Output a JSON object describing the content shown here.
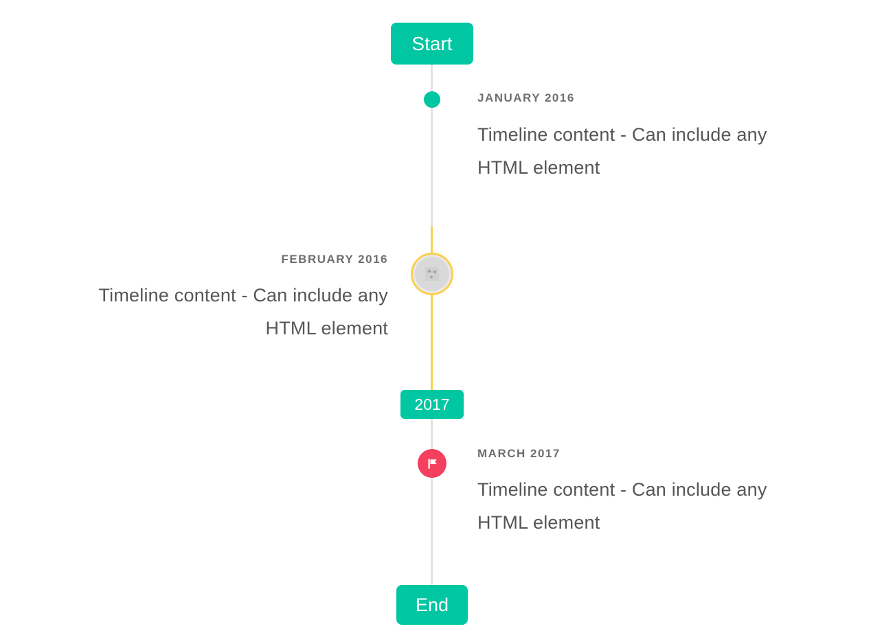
{
  "colors": {
    "accent": "#00c6a2",
    "flag": "#f43f5e",
    "highlight": "#fad04c",
    "line": "#e2e2e2",
    "title-color": "#6e6e6e",
    "text-color": "#565656",
    "marker-gray": "#d9d9d9"
  },
  "timeline": {
    "start_label": "Start",
    "end_label": "End",
    "year_badge": "2017",
    "items": [
      {
        "title": "JANUARY 2016",
        "content": "Timeline content - Can include any HTML element",
        "side": "right",
        "marker": "dot"
      },
      {
        "title": "FEBRUARY 2016",
        "content": "Timeline content - Can include any HTML element",
        "side": "left",
        "marker": "image"
      },
      {
        "title": "MARCH 2017",
        "content": "Timeline content - Can include any HTML element",
        "side": "right",
        "marker": "flag"
      }
    ]
  }
}
